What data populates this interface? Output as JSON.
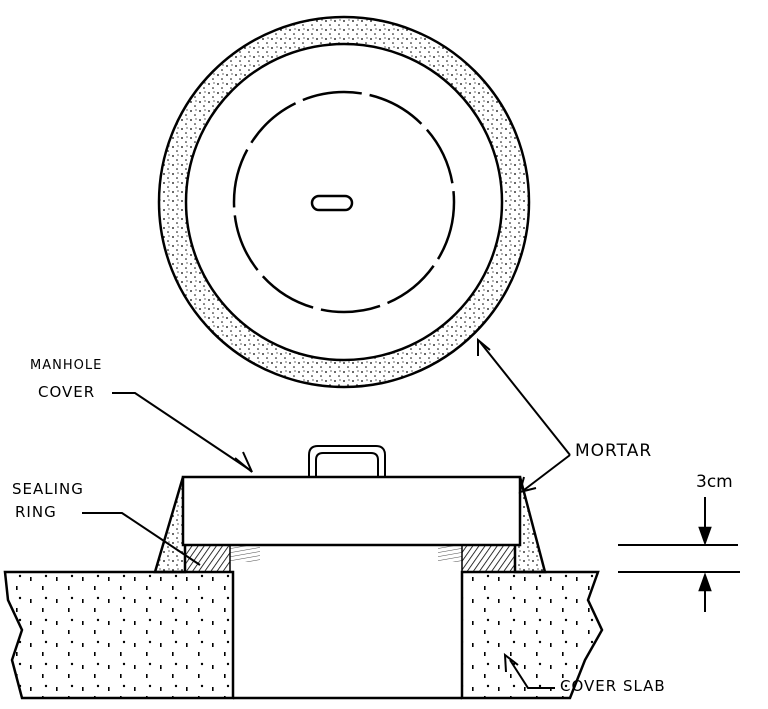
{
  "labels": {
    "manhole_line1": "MANHOLE",
    "manhole_line2": "COVER",
    "sealing_line1": "SEALING",
    "sealing_line2": "RING",
    "mortar": "MORTAR",
    "dimension": "3cm",
    "cover_slab": "COVER SLAB"
  },
  "colors": {
    "ink": "#000000",
    "paper": "#ffffff"
  }
}
